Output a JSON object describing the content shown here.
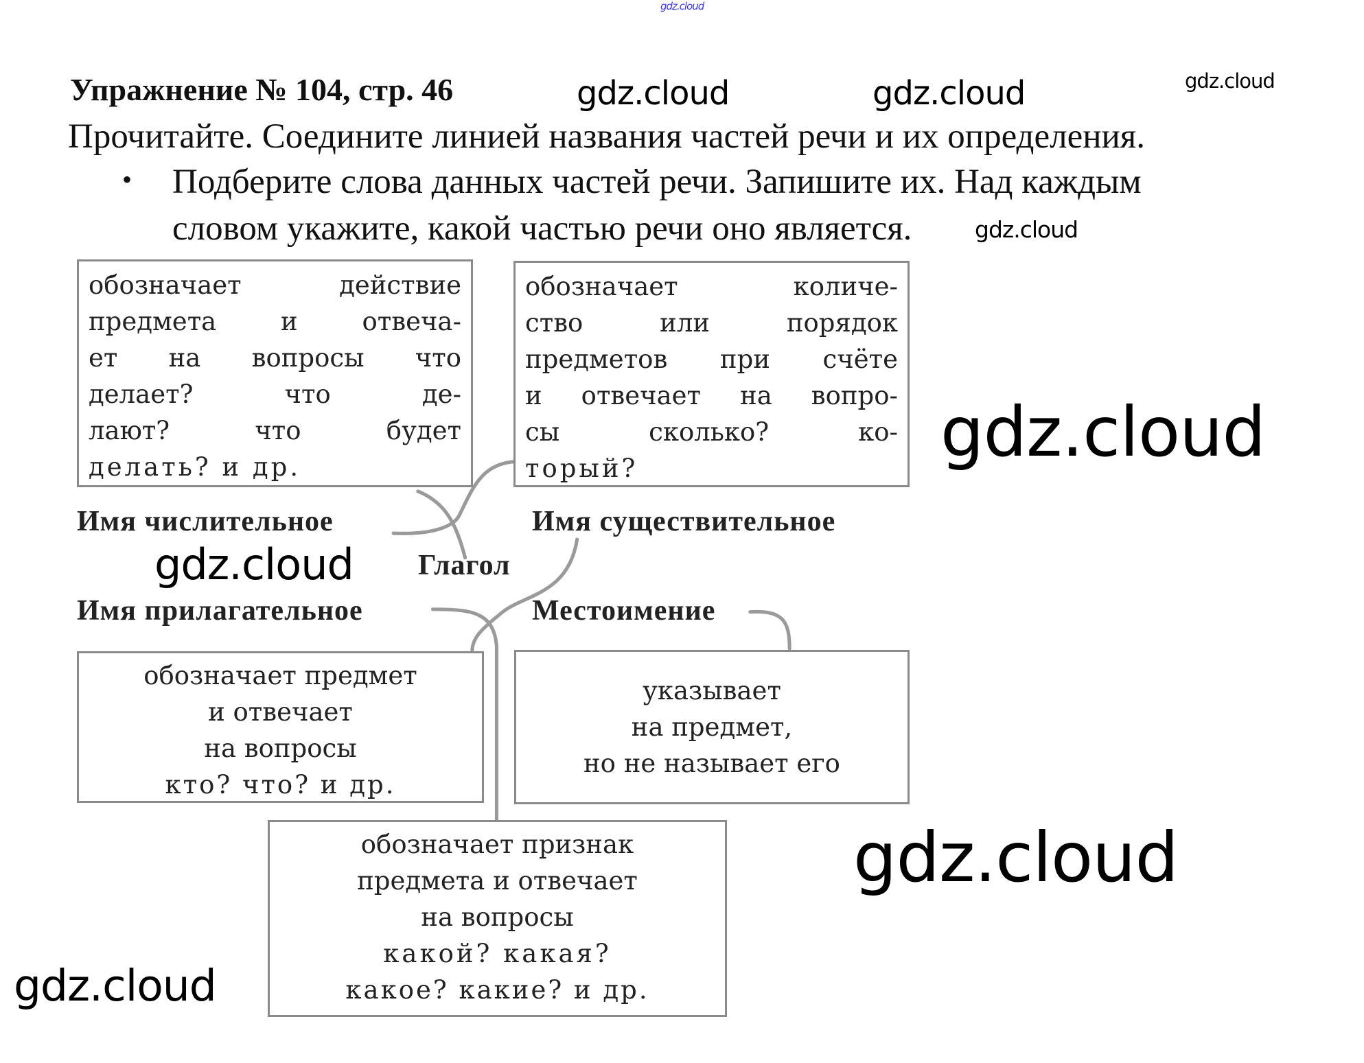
{
  "watermarks": [
    "gdz.cloud",
    "gdz.cloud",
    "gdz.cloud",
    "gdz.cloud",
    "gdz.cloud",
    "gdz.cloud",
    "gdz.cloud",
    "gdz.cloud",
    "gdz.cloud"
  ],
  "title": "Упражнение № 104, стр. 46",
  "instruction": "Прочитайте. Соедините линией названия частей речи и их определения.",
  "bullet": {
    "line1": "Подберите слова данных частей речи. Запишите их. Над каждым",
    "line2": "словом укажите, какой частью речи оно является."
  },
  "boxes": {
    "verb_def": [
      "обозначает действие",
      "предмета и отвеча-",
      "ет на вопросы что",
      "делает? что де-",
      "лают? что будет",
      "делать? и др."
    ],
    "numeral_def": [
      "обозначает количе-",
      "ство или порядок",
      "предметов при счёте",
      "и отвечает на вопро-",
      "сы сколько? ко-",
      "торый?"
    ],
    "noun_def": [
      "обозначает предмет",
      "и отвечает",
      "на вопросы",
      "кто? что? и др."
    ],
    "pronoun_def": [
      "указывает",
      "на предмет,",
      "но не называет его"
    ],
    "adjective_def": [
      "обозначает признак",
      "предмета и отвечает",
      "на вопросы",
      "какой? какая?",
      "какое? какие? и др."
    ]
  },
  "labels": {
    "numeral": "Имя числительное",
    "noun": "Имя существительное",
    "verb": "Глагол",
    "adjective": "Имя прилагательное",
    "pronoun": "Местоимение"
  },
  "colors": {
    "line": "#9a9a9a",
    "box_border": "#8a8a8a",
    "top_watermark": "#3b3bd6"
  }
}
